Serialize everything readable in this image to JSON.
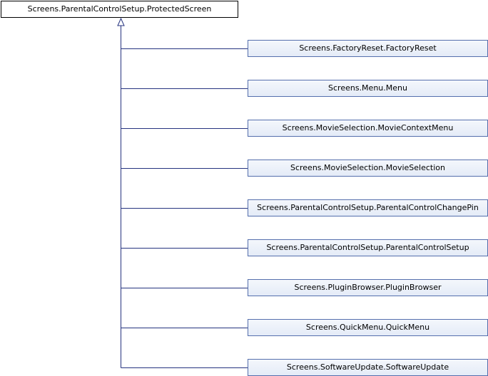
{
  "diagram": {
    "colors": {
      "edge": "#25337f",
      "derived_border": "#556fad",
      "derived_fill": "#e4ebf7",
      "base_border": "#000000",
      "base_fill": "#ffffff"
    },
    "base_class": "Screens.ParentalControlSetup.ProtectedScreen",
    "derived_classes": [
      "Screens.FactoryReset.FactoryReset",
      "Screens.Menu.Menu",
      "Screens.MovieSelection.MovieContextMenu",
      "Screens.MovieSelection.MovieSelection",
      "Screens.ParentalControlSetup.ParentalControlChangePin",
      "Screens.ParentalControlSetup.ParentalControlSetup",
      "Screens.PluginBrowser.PluginBrowser",
      "Screens.QuickMenu.QuickMenu",
      "Screens.SoftwareUpdate.SoftwareUpdate"
    ]
  }
}
